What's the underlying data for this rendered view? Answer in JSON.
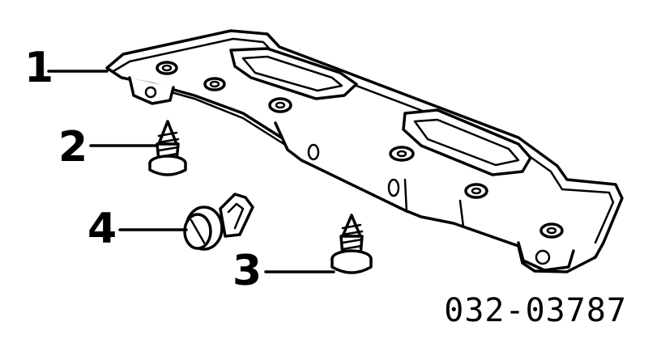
{
  "callouts": {
    "c1": "1",
    "c2": "2",
    "c3": "3",
    "c4": "4"
  },
  "part_code": "032-03787"
}
